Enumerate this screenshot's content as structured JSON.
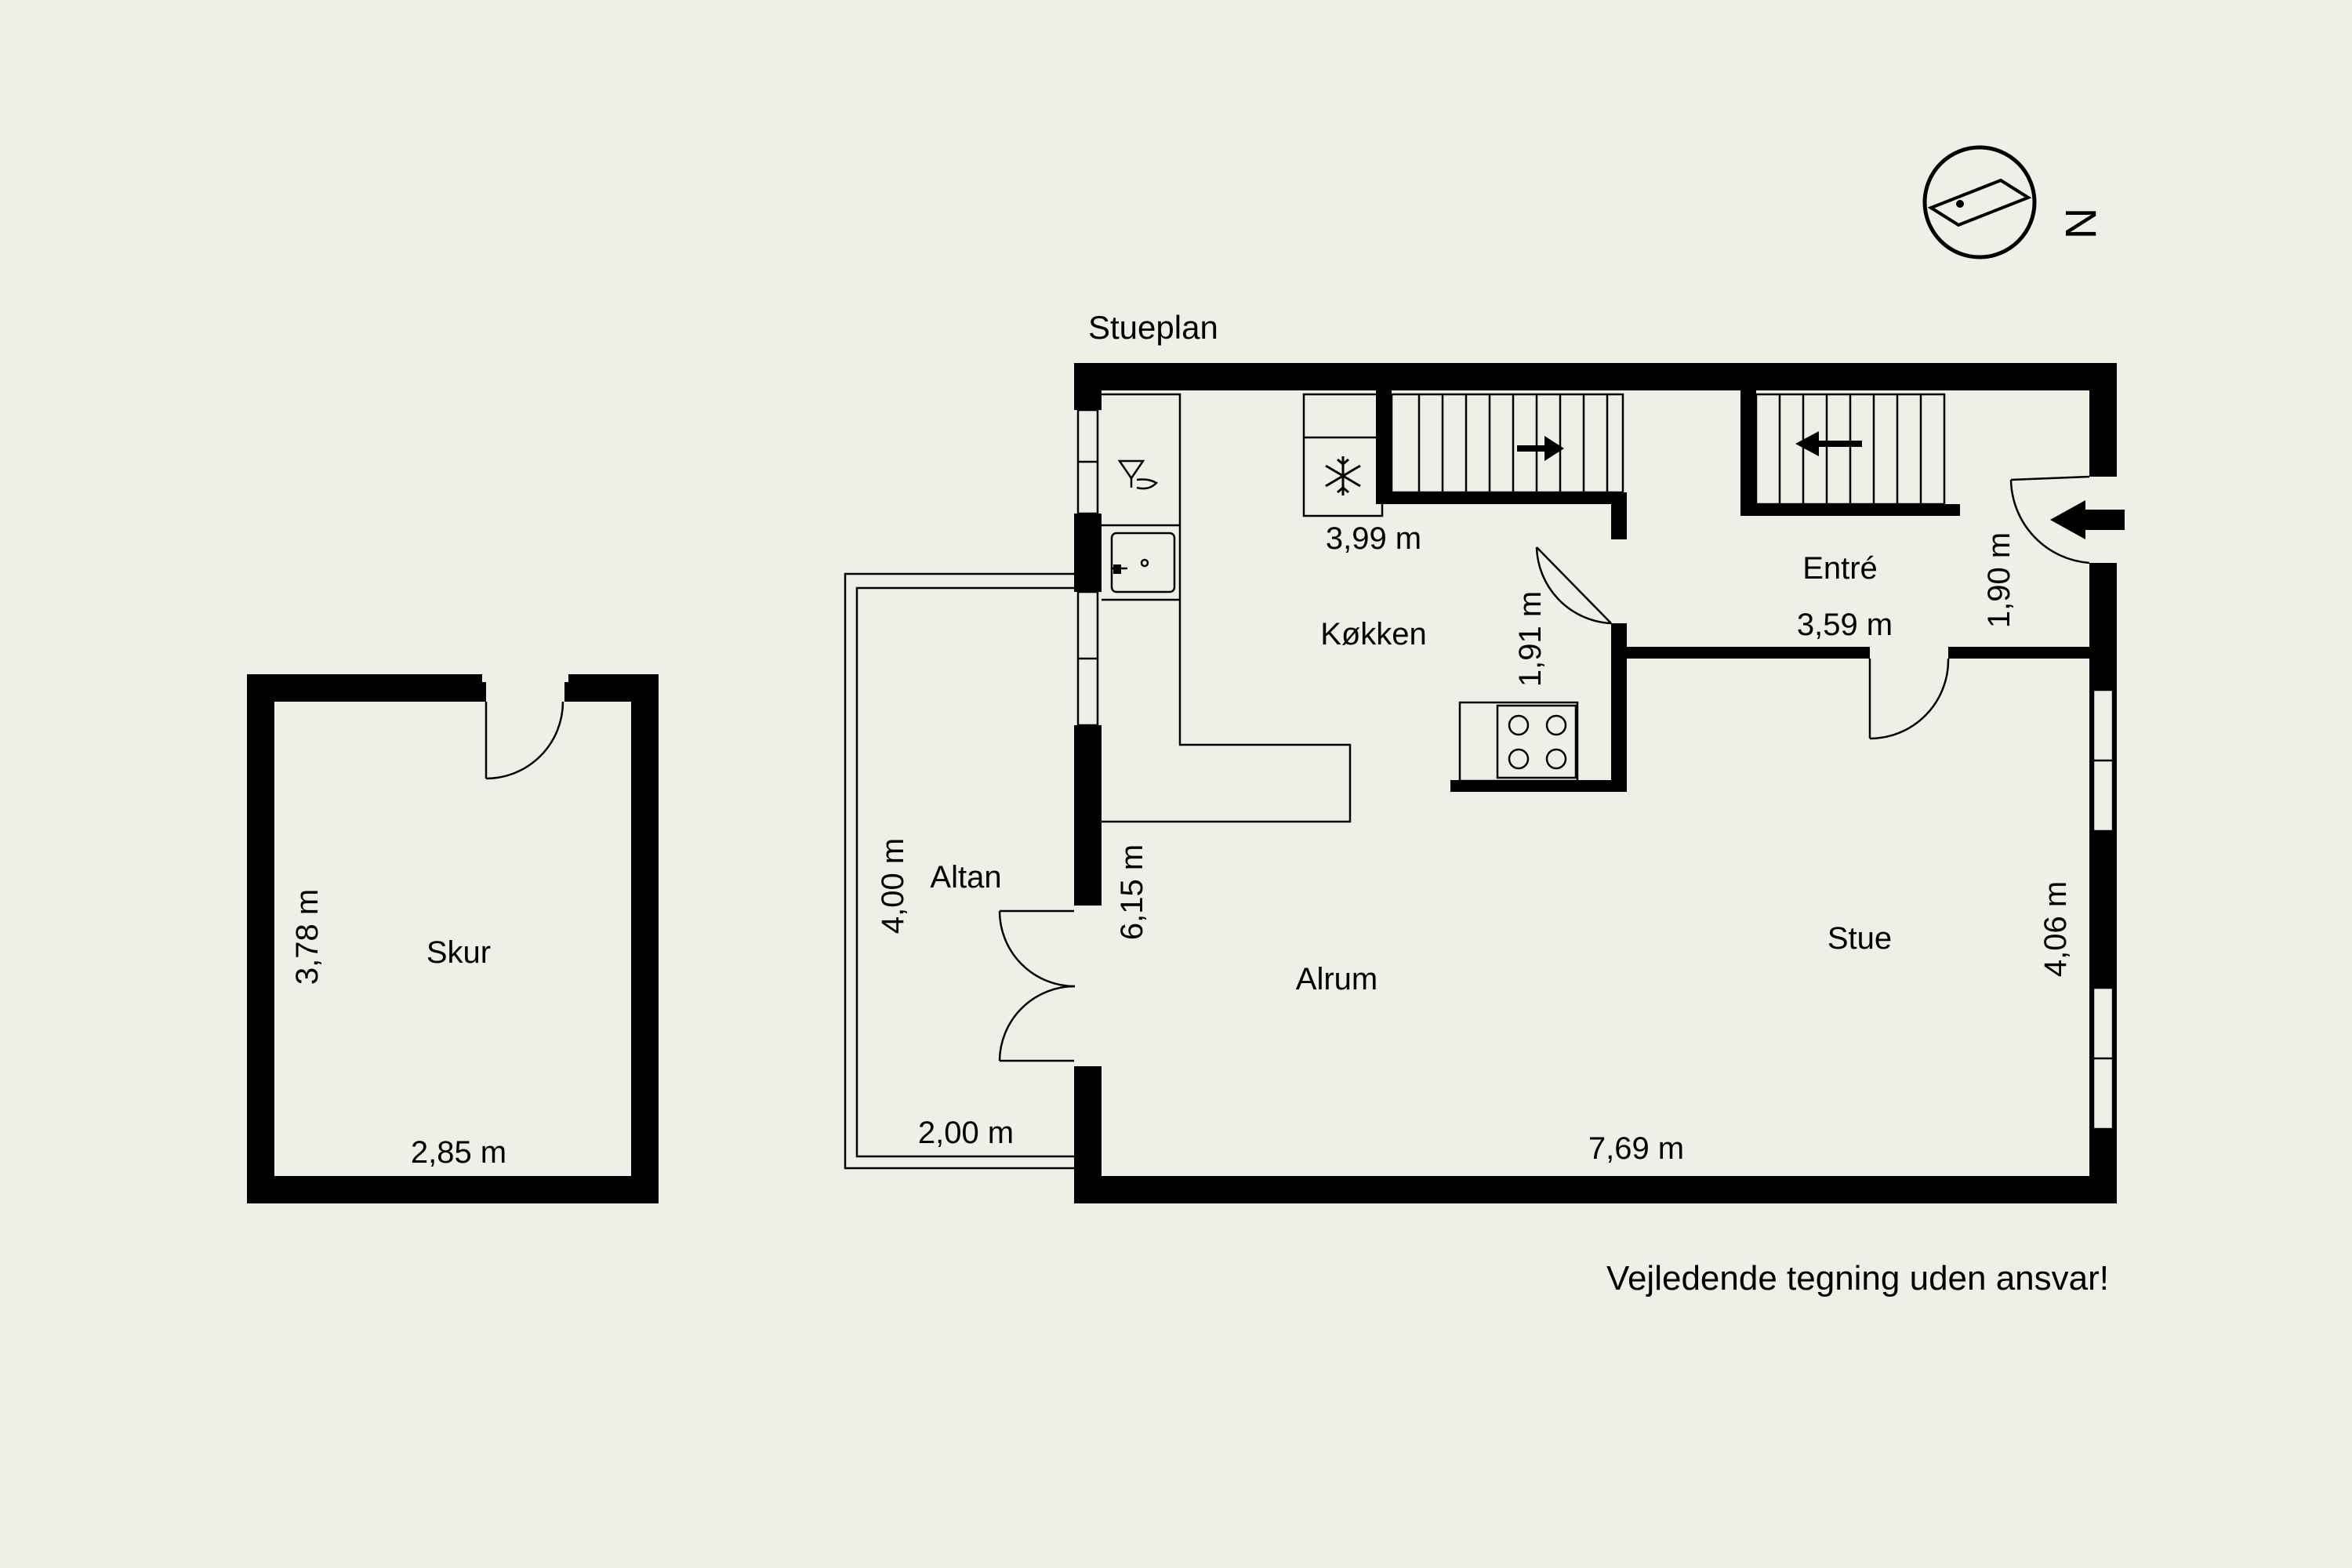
{
  "floor_title": "Stueplan",
  "disclaimer": "Vejledende tegning uden ansvar!",
  "compass": {
    "label": "N"
  },
  "rooms": {
    "kitchen": "Køkken",
    "entrance": "Entré",
    "balcony": "Altan",
    "family_room": "Alrum",
    "living_room": "Stue",
    "shed": "Skur"
  },
  "dimensions": {
    "kitchen_width": "3,99 m",
    "kitchen_depth": "1,91 m",
    "entrance_width": "3,59 m",
    "entrance_depth": "1,90 m",
    "balcony_length": "4,00 m",
    "balcony_width": "2,00 m",
    "family_room_depth": "6,15 m",
    "living_room_depth": "4,06 m",
    "total_width": "7,69 m",
    "shed_depth": "3,78 m",
    "shed_width": "2,85 m"
  }
}
